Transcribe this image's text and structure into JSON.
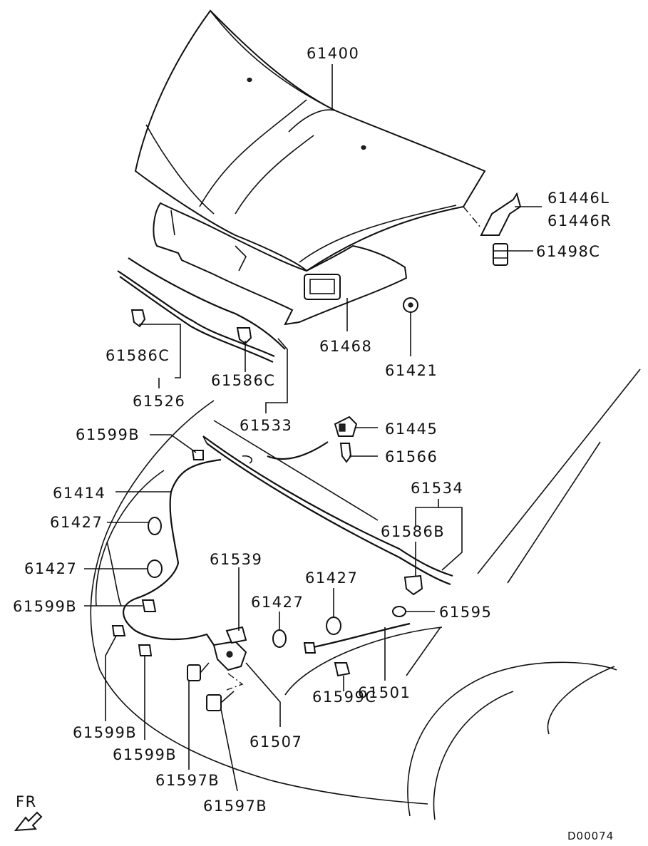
{
  "labels": [
    {
      "id": "61400",
      "text": "61400"
    },
    {
      "id": "61446L",
      "text": "61446L"
    },
    {
      "id": "61446R",
      "text": "61446R"
    },
    {
      "id": "61498C",
      "text": "61498C"
    },
    {
      "id": "61468",
      "text": "61468"
    },
    {
      "id": "61421",
      "text": "61421"
    },
    {
      "id": "61586C_a",
      "text": "61586C"
    },
    {
      "id": "61526",
      "text": "61526"
    },
    {
      "id": "61586C_b",
      "text": "61586C"
    },
    {
      "id": "61533",
      "text": "61533"
    },
    {
      "id": "61445",
      "text": "61445"
    },
    {
      "id": "61566",
      "text": "61566"
    },
    {
      "id": "61599B_a",
      "text": "61599B"
    },
    {
      "id": "61414",
      "text": "61414"
    },
    {
      "id": "61534",
      "text": "61534"
    },
    {
      "id": "61427_a",
      "text": "61427"
    },
    {
      "id": "61586B",
      "text": "61586B"
    },
    {
      "id": "61427_b",
      "text": "61427"
    },
    {
      "id": "61539",
      "text": "61539"
    },
    {
      "id": "61427_c",
      "text": "61427"
    },
    {
      "id": "61599B_b",
      "text": "61599B"
    },
    {
      "id": "61427_d",
      "text": "61427"
    },
    {
      "id": "61595",
      "text": "61595"
    },
    {
      "id": "61501",
      "text": "61501"
    },
    {
      "id": "61599C",
      "text": "61599C"
    },
    {
      "id": "61599B_c",
      "text": "61599B"
    },
    {
      "id": "61507",
      "text": "61507"
    },
    {
      "id": "61599B_d",
      "text": "61599B"
    },
    {
      "id": "61597B_a",
      "text": "61597B"
    },
    {
      "id": "61597B_b",
      "text": "61597B"
    }
  ],
  "direction_label": "FR",
  "diagram_code": "D00074"
}
